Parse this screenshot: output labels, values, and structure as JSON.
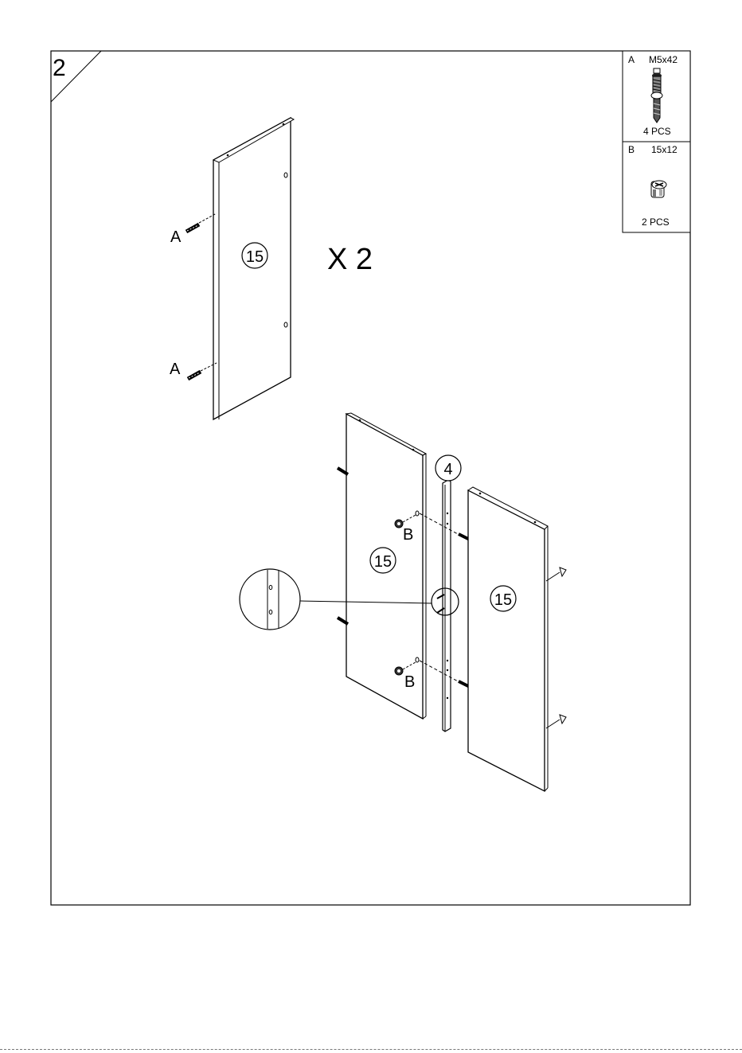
{
  "step": {
    "number": "2"
  },
  "parts_box": [
    {
      "letter": "A",
      "spec": "M5x42",
      "qty": "4 PCS",
      "icon": "cam-bolt-icon"
    },
    {
      "letter": "B",
      "spec": "15x12",
      "qty": "2 PCS",
      "icon": "cam-lock-icon"
    }
  ],
  "labels": {
    "panel_id": "15",
    "rail_id": "4",
    "multiplier": "X 2",
    "hardware_a": "A",
    "hardware_b": "B"
  }
}
